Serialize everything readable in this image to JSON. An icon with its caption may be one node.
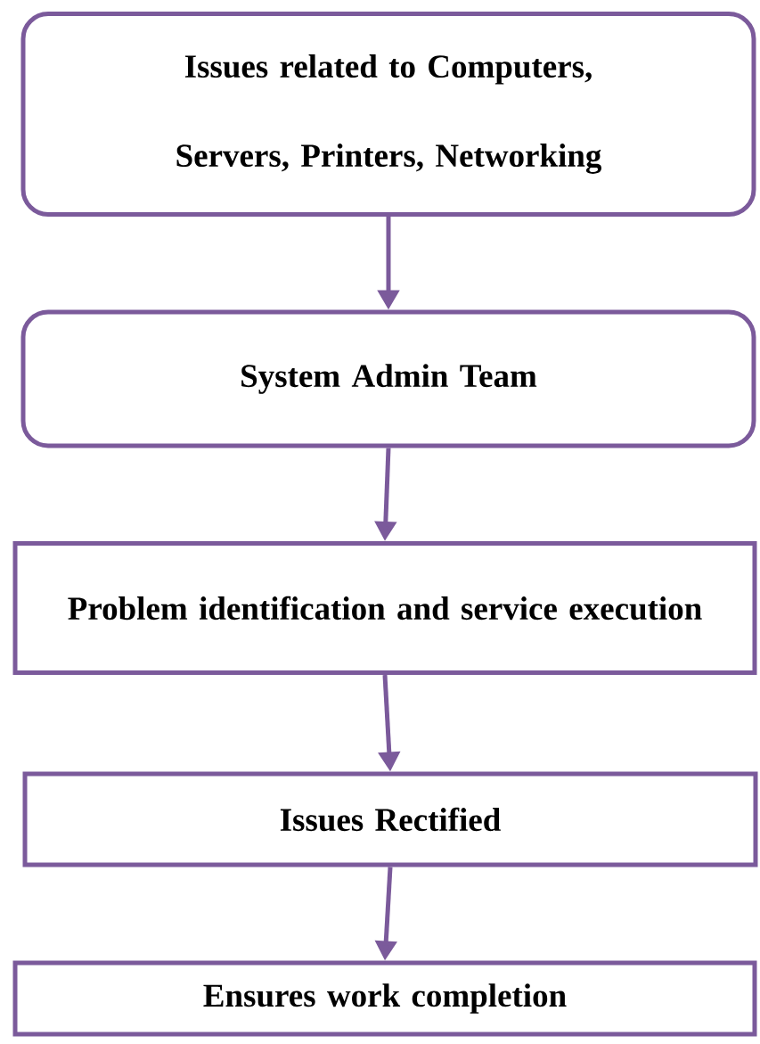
{
  "diagram": {
    "nodes": [
      {
        "text": [
          "Issues related to Computers, Servers, Printers, Networking"
        ]
      },
      {
        "text": [
          "System Admin Team"
        ]
      },
      {
        "text": [
          "Problem identification and service execution"
        ]
      },
      {
        "text": [
          "Issues Rectified"
        ]
      },
      {
        "text": [
          "Ensures work completion"
        ]
      }
    ],
    "edges": [
      {
        "from": 0,
        "to": 1,
        "arrow": "to"
      },
      {
        "from": 1,
        "to": 2,
        "arrow": "to"
      },
      {
        "from": 2,
        "to": 3,
        "arrow": "to"
      },
      {
        "from": 3,
        "to": 4,
        "arrow": "to"
      }
    ]
  }
}
